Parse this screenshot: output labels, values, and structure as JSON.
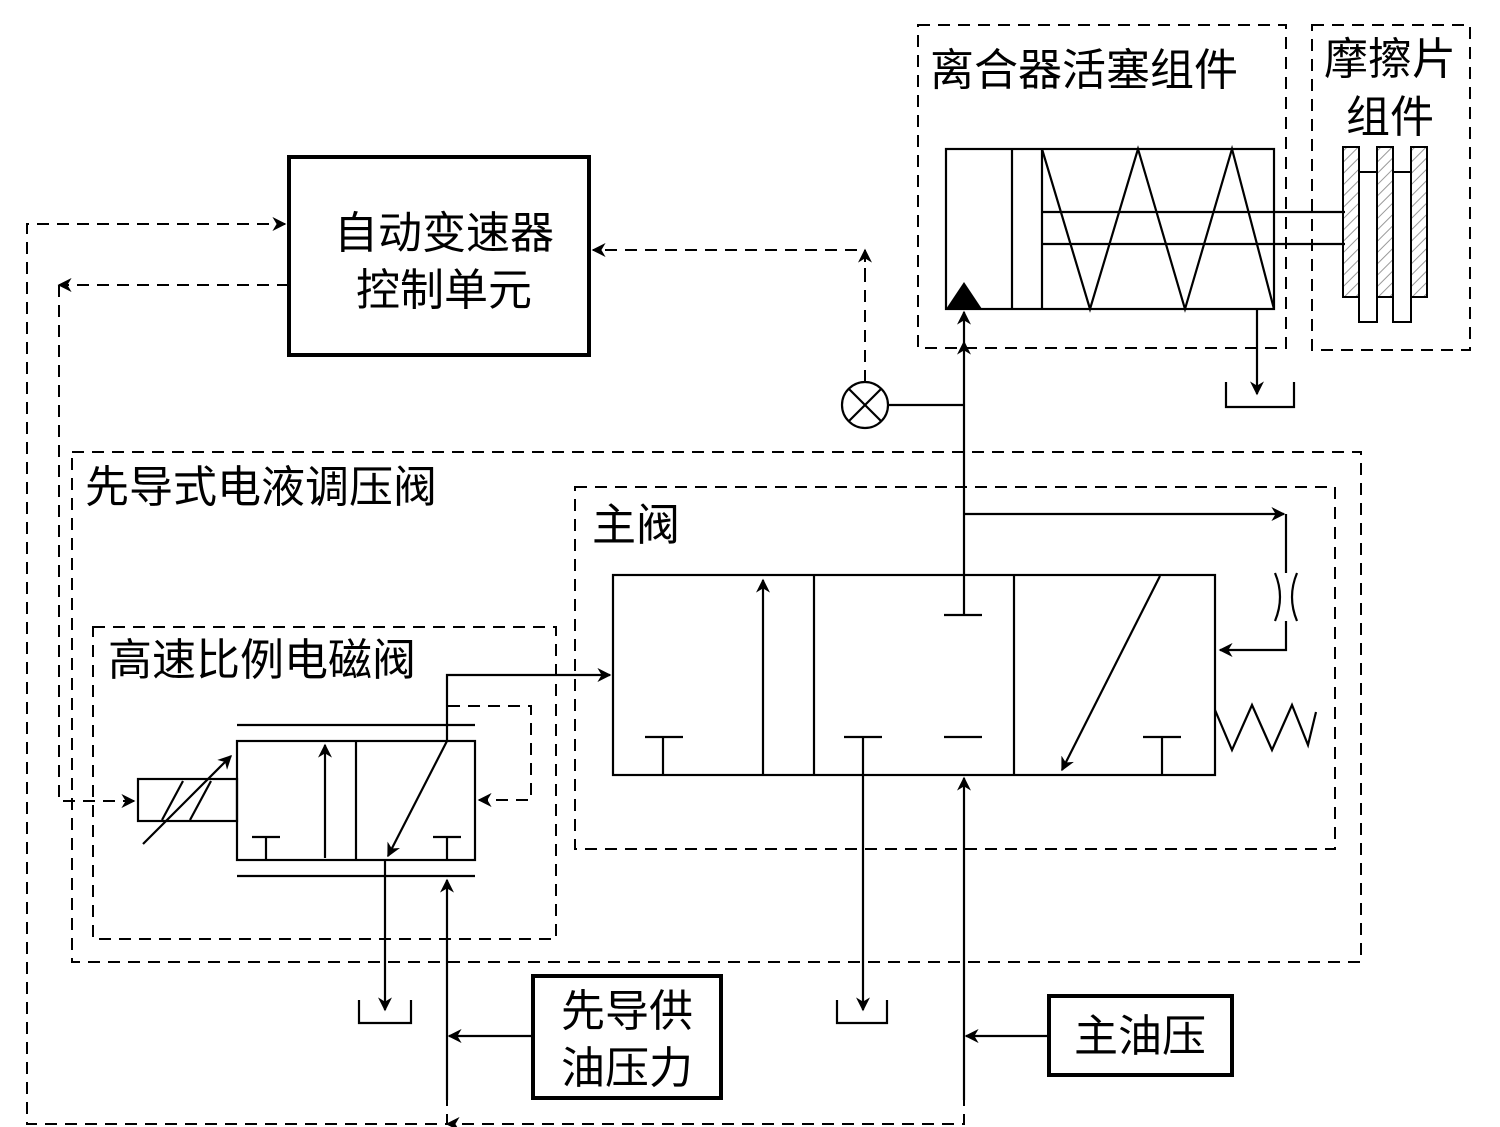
{
  "labels": {
    "tcu_line1": "自动变速器",
    "tcu_line2": "控制单元",
    "clutch_piston": "离合器活塞组件",
    "friction_line1": "摩擦片",
    "friction_line2": "组件",
    "pilot_valve": "先导式电液调压阀",
    "main_valve": "主阀",
    "solenoid_valve": "高速比例电磁阀",
    "pilot_supply_line1": "先导供",
    "pilot_supply_line2": "油压力",
    "main_pressure": "主油压"
  }
}
